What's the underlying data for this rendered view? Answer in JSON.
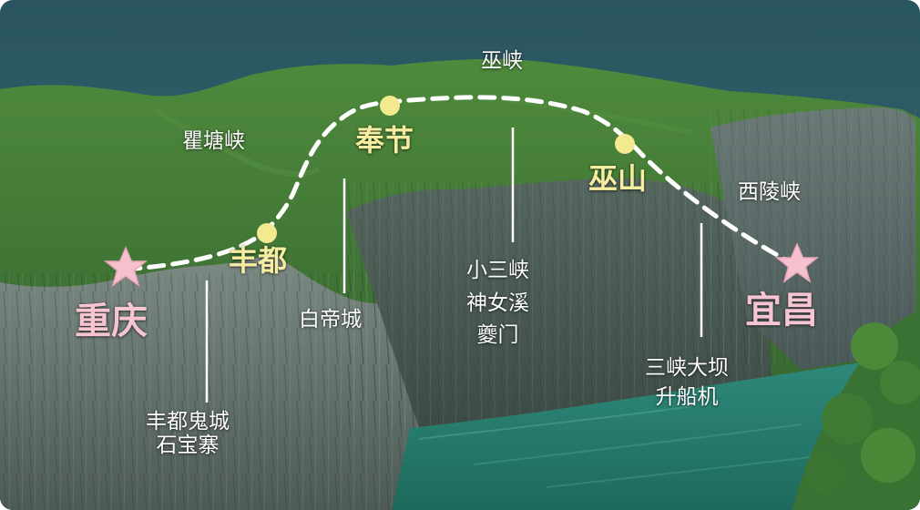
{
  "colors": {
    "route": "#ffffff",
    "stop_marker": "#f3e98e",
    "endpoint_star": "#f5c1cf",
    "endpoint_text": "#f7c4d1",
    "stop_text": "#f6eda0",
    "label_text": "#ffffff"
  },
  "endpoints": {
    "start": "重庆",
    "end": "宜昌"
  },
  "stops": {
    "fengdu": "丰都",
    "fengjie": "奉节",
    "wushan": "巫山"
  },
  "gorges": {
    "qutang": "瞿塘峡",
    "wu": "巫峡",
    "xiling": "西陵峡"
  },
  "attractions": {
    "fengdu_ghost_city": [
      "丰都鬼城",
      "石宝寨"
    ],
    "baidi_city": "白帝城",
    "wushan_sights": [
      "小三峡",
      "神女溪",
      "夔门"
    ],
    "yichang_sights": [
      "三峡大坝",
      "升船机"
    ]
  }
}
